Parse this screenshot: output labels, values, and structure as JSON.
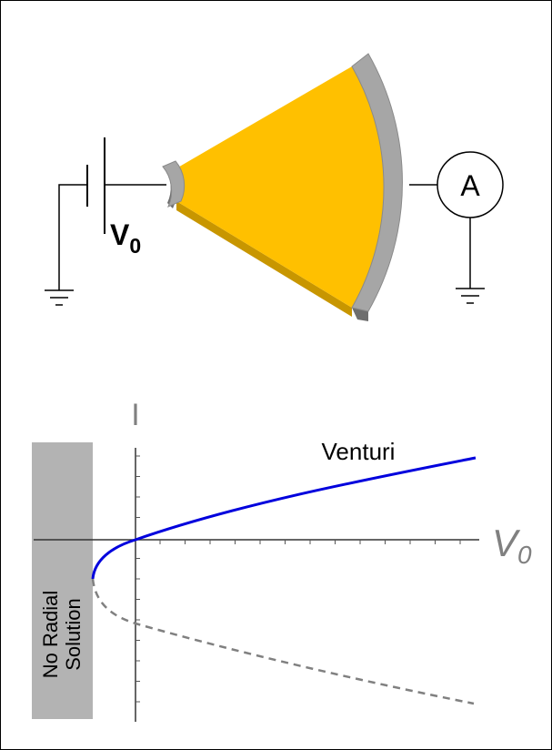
{
  "circuit": {
    "voltage_label_main": "V",
    "voltage_label_sub": "0",
    "ammeter_label": "A",
    "colors": {
      "sheet": "#ffc000",
      "sheet_edge": "#c89600",
      "electrode": "#a6a6a6",
      "electrode_dark": "#6e6e6e",
      "wire": "#000000"
    }
  },
  "plot": {
    "y_axis_label": "I",
    "x_axis_label_main": "V",
    "x_axis_label_sub": "0",
    "region_label_line1": "No Radial",
    "region_label_line2": "Solution",
    "curve_label": "Venturi",
    "colors": {
      "solid_branch": "#0000dd",
      "dashed_branch": "#808080",
      "region": "#b3b3b3",
      "axis": "#333333"
    }
  }
}
